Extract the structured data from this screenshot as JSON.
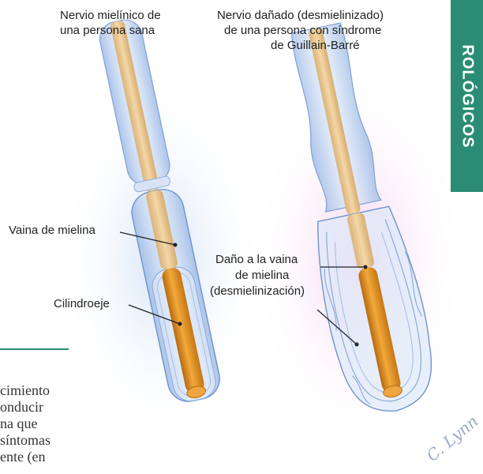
{
  "headings": {
    "healthy": "Nervio mielínico de\nuna persona sana",
    "damaged_line1": "Nervio dañado (desmielinizado)",
    "damaged_line2": "de una persona con síndrome",
    "damaged_line3": "de Guillain-Barré"
  },
  "labels": {
    "myelin_sheath": "Vaina de mielina",
    "axon": "Cilindroeje",
    "damage_line1": "Daño a la vaina",
    "damage_line2": "de mielina",
    "damage_line3": "(desmielinización)"
  },
  "side_tab": "ROLÓGICOS",
  "body_text_fragments": [
    "cimiento",
    "onducir",
    "na que",
    "síntomas",
    "ente (en"
  ],
  "signature": "C. Lynn",
  "colors": {
    "accent_green": "#2b8c76",
    "axon_orange": "#e0901e",
    "sheath_blue": "#b8cfee",
    "halo_blue": "#cfe0f5",
    "halo_pink": "#f2c8ea"
  }
}
